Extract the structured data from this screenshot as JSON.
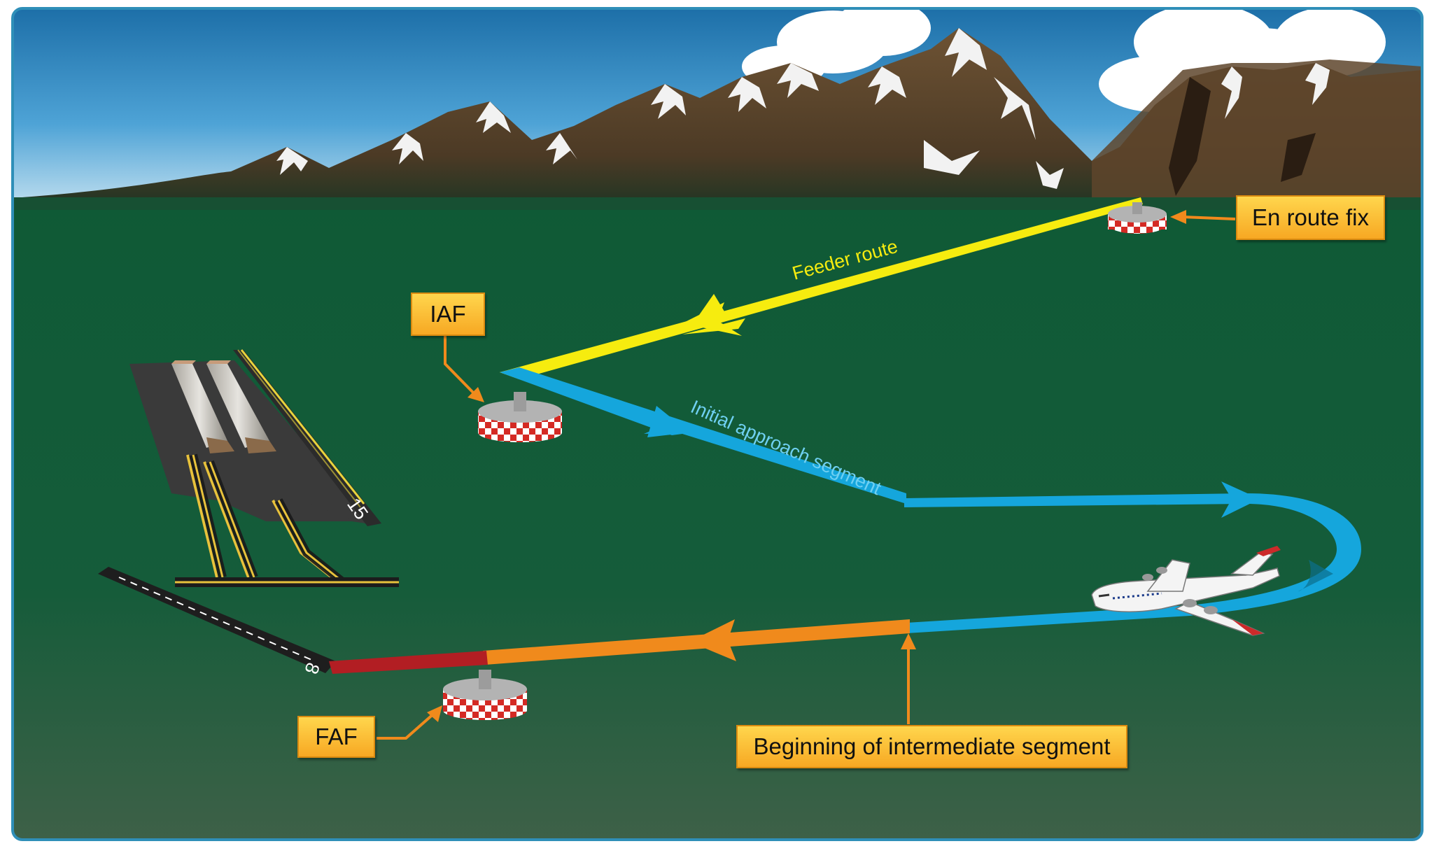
{
  "labels": {
    "en_route_fix": "En route fix",
    "iaf": "IAF",
    "faf": "FAF",
    "beginning_intermediate": "Beginning of intermediate segment",
    "feeder_route": "Feeder route",
    "initial_approach_segment": "Initial approach segment",
    "runway_15": "15",
    "runway_8": "8"
  },
  "colors": {
    "feeder_route": "#f6ec0f",
    "initial_approach": "#15a6dc",
    "intermediate": "#f08a1c",
    "final": "#b21e23",
    "ground": "#125c3a",
    "callout_fill": "#fcc531",
    "callout_arrow": "#f08a1c"
  },
  "icons": {
    "fix_marker": "navaid-icon",
    "aircraft": "airplane-icon"
  }
}
